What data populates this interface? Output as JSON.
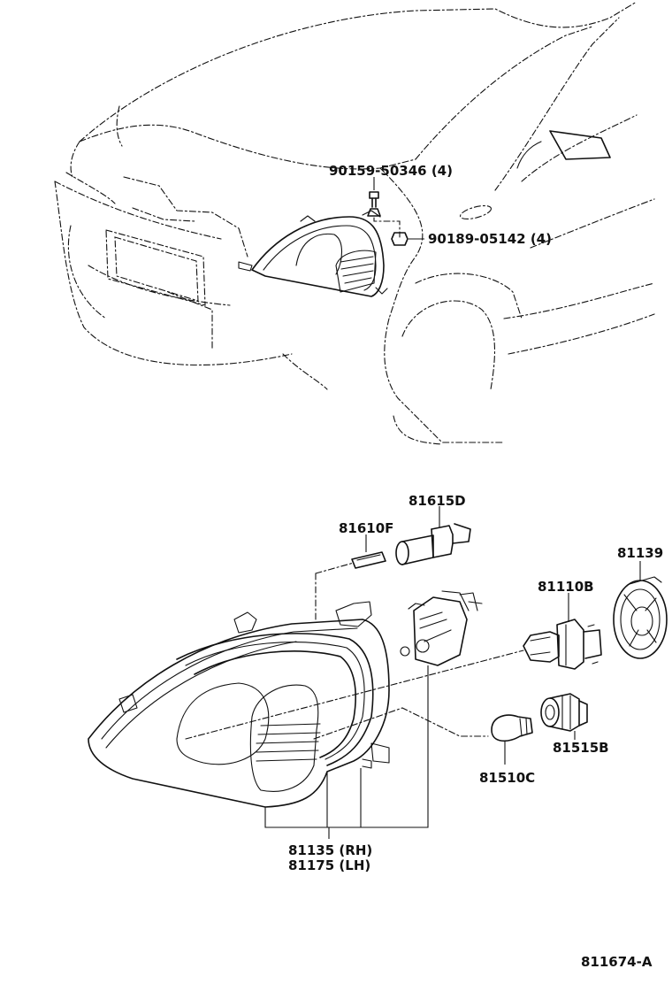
{
  "labels": {
    "bolt": "90159-50346 (4)",
    "nut": "90189-05142 (4)",
    "bulb_marker": "81610F",
    "socket_marker": "81615D",
    "cover": "81139",
    "bulb_head": "81110B",
    "socket_turn": "81515B",
    "bulb_turn": "81510C",
    "unit_rh": "81135 (RH)",
    "unit_lh": "81175 (LH)",
    "diagram_id": "811674-A"
  }
}
